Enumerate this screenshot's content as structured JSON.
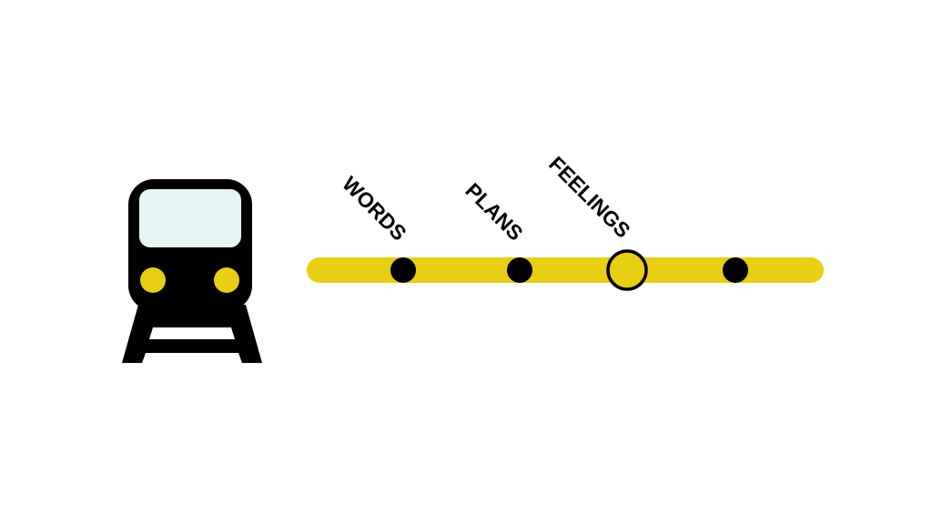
{
  "colors": {
    "line": "#e8cf14",
    "train": "#000000",
    "window": "#e6f4f6",
    "lights": "#e8cf14"
  },
  "icon": "train-front-icon",
  "stops": [
    {
      "label": "WORDS",
      "current": false
    },
    {
      "label": "PLANS",
      "current": false
    },
    {
      "label": "FEELINGS",
      "current": true
    },
    {
      "label": "",
      "current": false
    }
  ]
}
